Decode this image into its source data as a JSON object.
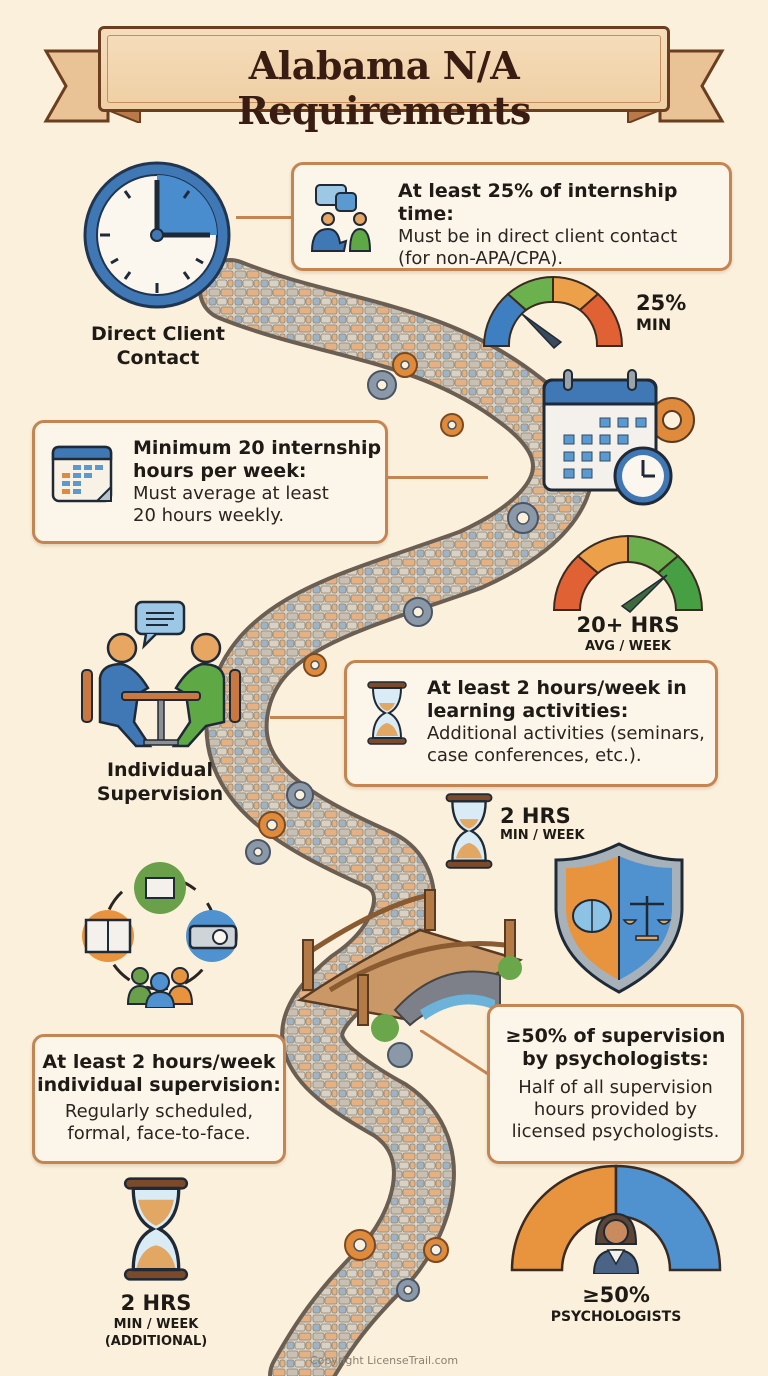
{
  "header": {
    "title": "Alabama N/A Requirements"
  },
  "colors": {
    "background": "#faf0dc",
    "card_border": "#c58552",
    "banner_fill": "#f2d6ae",
    "blue": "#3d7fc0",
    "green": "#5ea846",
    "orange": "#e69540",
    "red": "#d9552f"
  },
  "sections": {
    "direct_contact": {
      "icon_label": "Direct Client\nContact",
      "icon_label_line1": "Direct Client",
      "icon_label_line2": "Contact",
      "card_title": "At least 25% of internship time:",
      "card_body_line1": "Must be in direct client contact",
      "card_body_line2": "(for non-APA/CPA).",
      "gauge_value": "25%",
      "gauge_caption": "MIN"
    },
    "weekly_hours": {
      "card_title_line1": "Minimum 20 internship",
      "card_title_line2": "hours per week:",
      "card_body_line1": "Must average at least",
      "card_body_line2": "20 hours weekly.",
      "gauge_value": "20+ HRS",
      "gauge_caption": "AVG / WEEK"
    },
    "learning": {
      "card_title_line1": "At least 2 hours/week in",
      "card_title_line2": "learning activities:",
      "card_body_line1": "Additional activities (seminars,",
      "card_body_line2": "case conferences, etc.).",
      "stat_value": "2 HRS",
      "stat_caption": "MIN / WEEK"
    },
    "individual_supervision": {
      "icon_label_line1": "Individual",
      "icon_label_line2": "Supervision",
      "card_title_line1": "At least 2 hours/week",
      "card_title_line2": "individual supervision:",
      "card_body_line1": "Regularly scheduled,",
      "card_body_line2": "formal, face-to-face.",
      "stat_value": "2 HRS",
      "stat_caption_line1": "MIN / WEEK",
      "stat_caption_line2": "(ADDITIONAL)"
    },
    "psychologist_supervision": {
      "card_title_line1": "≥50% of supervision",
      "card_title_line2": "by psychologists:",
      "card_body_line1": "Half of all supervision",
      "card_body_line2": "hours provided by",
      "card_body_line3": "licensed psychologists.",
      "gauge_value": "≥50%",
      "gauge_caption": "PSYCHOLOGISTS"
    }
  },
  "icons": [
    "clock-icon",
    "chat-people-icon",
    "gauge-icon",
    "calendar-clock-icon",
    "gear-icon",
    "calendar-icon",
    "supervision-meeting-icon",
    "hourglass-icon",
    "learning-cycle-icon",
    "shield-brain-scales-icon",
    "bridge-icon",
    "psychologist-avatar-icon"
  ],
  "footer": {
    "copyright": "Copyright LicenseTrail.com"
  }
}
